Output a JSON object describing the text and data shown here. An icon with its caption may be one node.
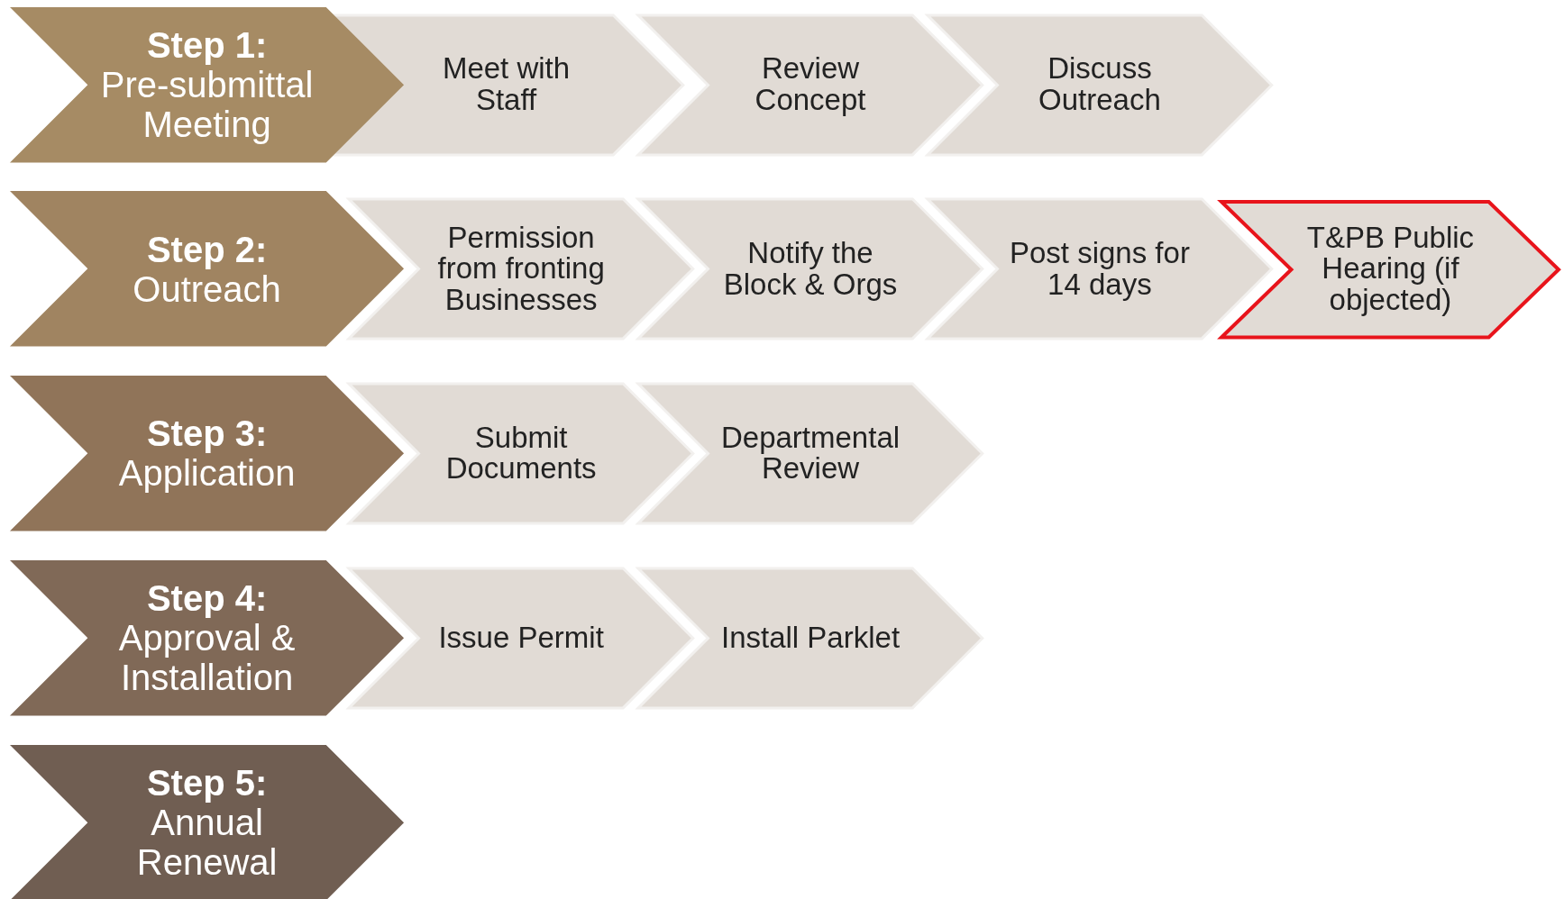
{
  "diagram": {
    "nodes": [
      {
        "text": [
          "Step 1:",
          "Pre-submittal Meeting"
        ]
      },
      {
        "text": [
          "Meet with Staff"
        ]
      },
      {
        "text": [
          "Review Concept"
        ]
      },
      {
        "text": [
          "Discuss Outreach"
        ]
      },
      {
        "text": [
          "Step 2:",
          "Outreach"
        ]
      },
      {
        "text": [
          "Permission from fronting Businesses"
        ]
      },
      {
        "text": [
          "Notify the Block & Orgs"
        ]
      },
      {
        "text": [
          "Post signs for 14 days"
        ]
      },
      {
        "text": [
          "T&PB Public Hearing (if objected)"
        ]
      },
      {
        "text": [
          "Step 3:",
          "Application"
        ]
      },
      {
        "text": [
          "Submit Documents"
        ]
      },
      {
        "text": [
          "Departmental Review"
        ]
      },
      {
        "text": [
          "Step 4:",
          "Approval & Installation"
        ]
      },
      {
        "text": [
          "Issue Permit"
        ]
      },
      {
        "text": [
          "Install Parklet"
        ]
      },
      {
        "text": [
          "Step 5:",
          "Annual Renewal"
        ]
      }
    ]
  }
}
